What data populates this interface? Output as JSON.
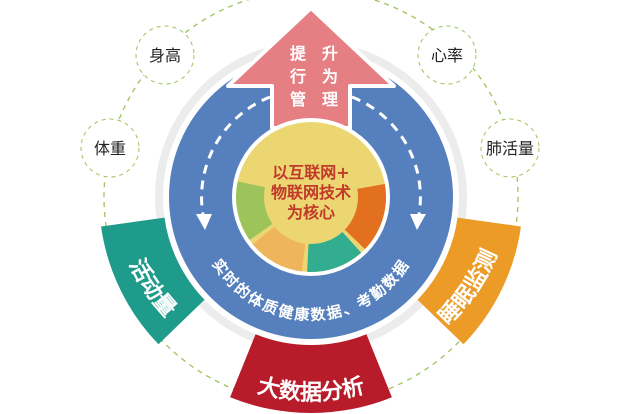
{
  "arrow": {
    "col1": [
      "提",
      "行",
      "管"
    ],
    "col2": [
      "升",
      "为",
      "理"
    ]
  },
  "core": {
    "lines": [
      "以互联网+",
      "物联网技术",
      "为核心"
    ]
  },
  "ring_text": "实时的体质健康数据、考勤数据",
  "metrics": [
    {
      "id": "height",
      "label": "身高"
    },
    {
      "id": "heart-rate",
      "label": "心率"
    },
    {
      "id": "weight",
      "label": "体重"
    },
    {
      "id": "lung-capacity",
      "label": "肺活量"
    }
  ],
  "bands": {
    "activity": "活动量",
    "big_data": "大数据分析",
    "sleep": "睡眠监测"
  },
  "colors": {
    "blue": "#5680bd",
    "pink": "#e57f84",
    "teal": "#1f9b8b",
    "red": "#b81c2a",
    "orange": "#eb9b26",
    "yellow": "#ecd672",
    "green": "#9cc45b",
    "light_orange": "#efb55d",
    "seg_teal": "#33ad8f",
    "dark_orange": "#e2701f"
  }
}
